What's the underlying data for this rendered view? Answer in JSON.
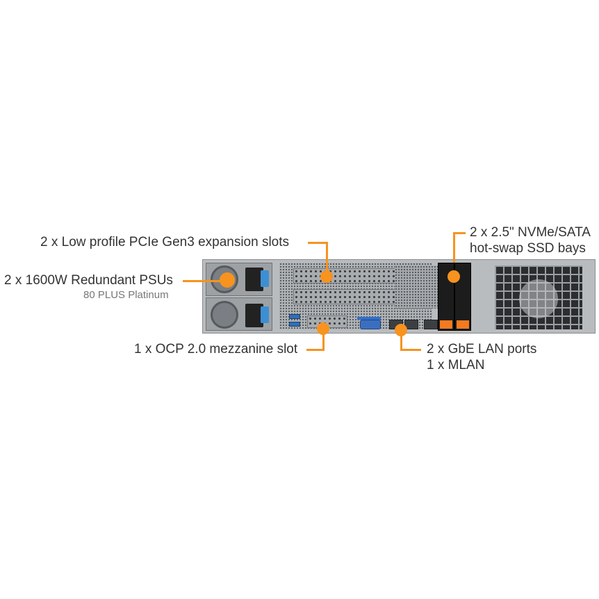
{
  "callouts": {
    "pcie": {
      "label": "2 x Low profile PCIe Gen3 expansion slots"
    },
    "psu": {
      "label": "2 x 1600W Redundant PSUs",
      "sublabel": "80 PLUS Platinum"
    },
    "ocp": {
      "label": "1 x OCP 2.0 mezzanine slot"
    },
    "ssd": {
      "label_line1": "2 x 2.5\" NVMe/SATA",
      "label_line2": "hot-swap SSD bays"
    },
    "lan": {
      "label_line1": "2 x GbE LAN ports",
      "label_line2": "1 x MLAN"
    }
  },
  "colors": {
    "accent": "#F7931E",
    "text": "#333333",
    "subtext": "#777777",
    "chassis": "#B9BCBF"
  }
}
